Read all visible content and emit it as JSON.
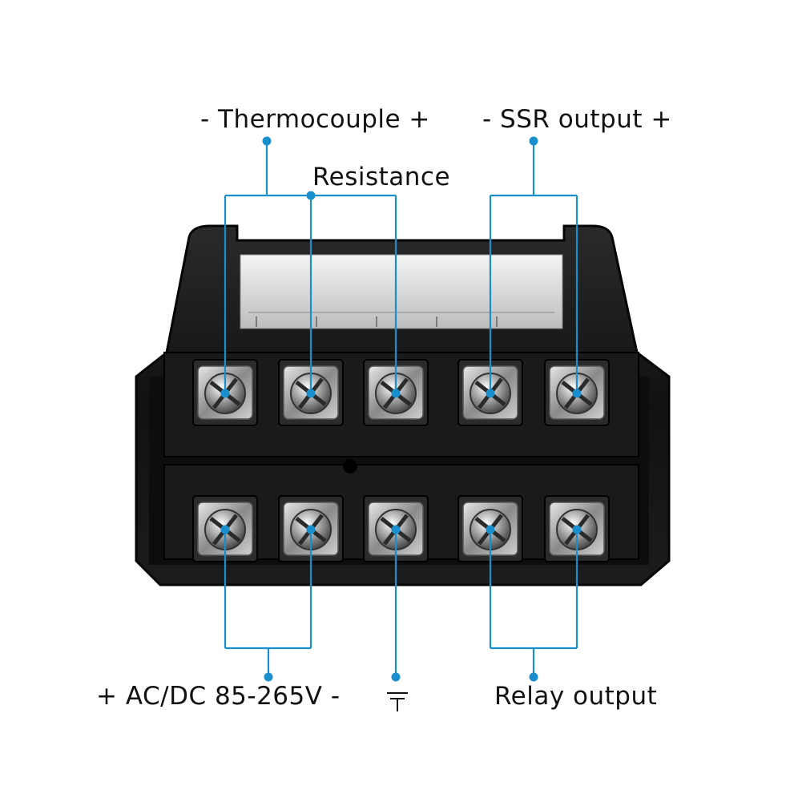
{
  "labels": {
    "thermocouple": "- Thermocouple +",
    "resistance": "Resistance",
    "ssr_output": "- SSR output +",
    "power": "+ AC/DC 85-265V -",
    "relay_output": "Relay output"
  },
  "icons": {
    "ground": "ground-icon"
  },
  "colors": {
    "callout": "#1a8fce",
    "housing": "#151515",
    "terminal": "#9a9a9a",
    "label_plate": "#dcdcdc"
  },
  "terminal_rows": 2,
  "terminals_per_row": 5
}
